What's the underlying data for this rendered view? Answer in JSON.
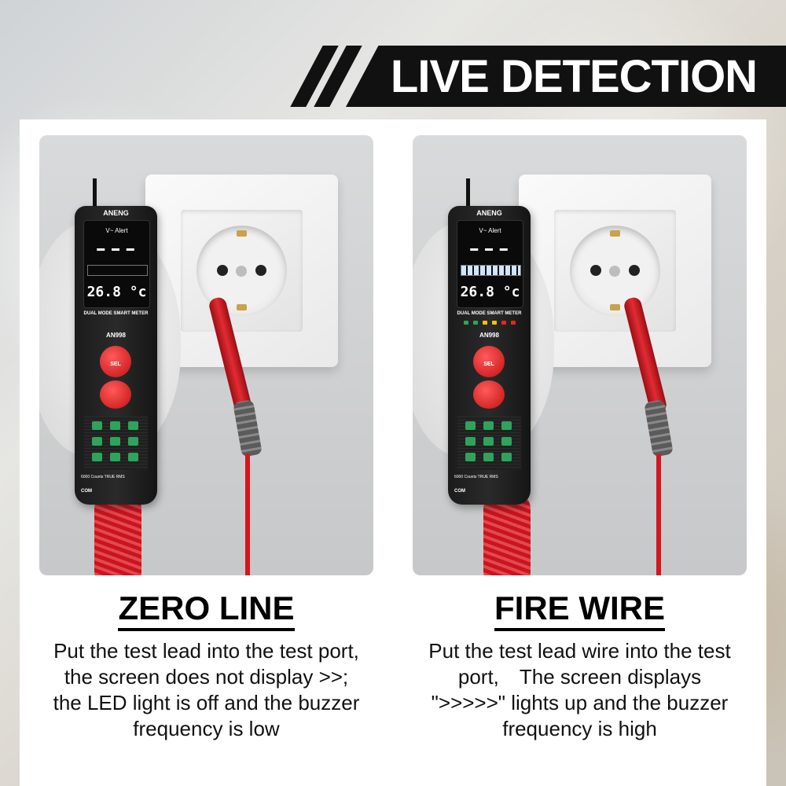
{
  "banner": {
    "title": "LIVE DETECTION"
  },
  "meter": {
    "brand": "ANENG",
    "alert": "V~ Alert",
    "temperature": "26.8 °c",
    "label": "DUAL MODE SMART METER",
    "model": "AN998",
    "sel_label": "SEL",
    "counts": "6000 Counts TRUE RMS",
    "com": "COM"
  },
  "panels": [
    {
      "heading": "ZERO LINE",
      "description_lines": [
        "Put the test lead into the test port,",
        "the screen does not display >>;",
        "the LED light is off and the buzzer",
        "frequency is low"
      ]
    },
    {
      "heading": "FIRE WIRE",
      "description_lines": [
        "Put the test lead wire into the test",
        "port,　The screen displays",
        "\">>>>>\" lights up and the buzzer",
        "frequency is high"
      ]
    }
  ],
  "colors": {
    "banner_bg": "#111111",
    "probe_red": "#d4161f",
    "led_green": "#2fa35c",
    "led_yellow": "#f2c200",
    "led_red": "#e8261f"
  }
}
